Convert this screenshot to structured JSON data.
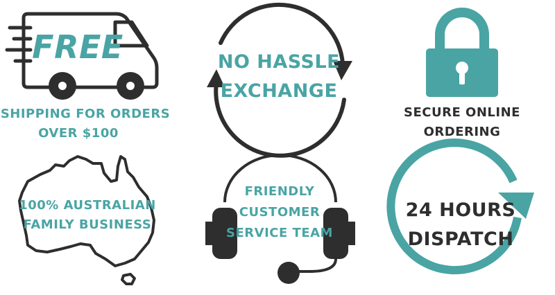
{
  "colors": {
    "teal": "#4aa4a4",
    "dark": "#2e2e2e"
  },
  "features": {
    "shipping": {
      "badge": "FREE",
      "line1": "SHIPPING FOR ORDERS",
      "line2": "OVER $100",
      "icon": "delivery-van-icon"
    },
    "exchange": {
      "line1": "NO HASSLE",
      "line2": "EXCHANGE",
      "icon": "circular-arrows-icon"
    },
    "secure": {
      "line1": "SECURE ONLINE",
      "line2": "ORDERING",
      "icon": "padlock-icon"
    },
    "australian": {
      "line1": "100% AUSTRALIAN",
      "line2": "FAMILY BUSINESS",
      "icon": "australia-map-icon"
    },
    "service": {
      "line1": "FRIENDLY",
      "line2": "CUSTOMER",
      "line3": "SERVICE TEAM",
      "icon": "headset-icon"
    },
    "dispatch": {
      "line1": "24 HOURS",
      "line2": "DISPATCH",
      "icon": "circular-arrow-icon"
    }
  }
}
